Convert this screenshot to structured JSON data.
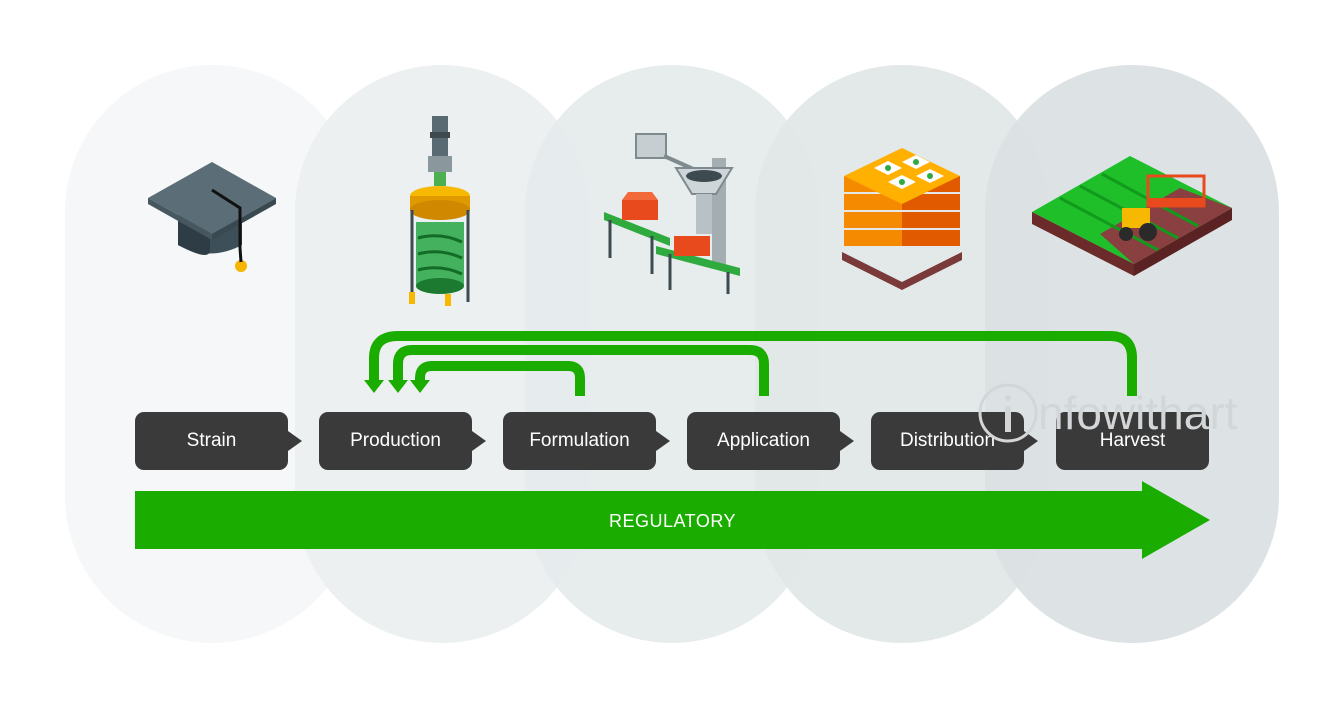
{
  "steps": [
    {
      "label": "Strain"
    },
    {
      "label": "Production"
    },
    {
      "label": "Formulation"
    },
    {
      "label": "Application"
    },
    {
      "label": "Distribution"
    },
    {
      "label": "Harvest"
    }
  ],
  "regulatory": {
    "label": "REGULATORY"
  },
  "watermark": {
    "text": "nfowithart"
  },
  "colors": {
    "accent": "#1aad00",
    "step_box": "#3a3a3a",
    "pill_1": "#f6f7f8",
    "pill_2": "#eceff0",
    "pill_3": "#e6ebec",
    "pill_4": "#e1e7e8",
    "pill_5": "#dbe2e4"
  },
  "icons": {
    "strain": "graduation-cap-icon",
    "production": "bioreactor-icon",
    "formulation": "conveyor-machine-icon",
    "distribution": "pallet-of-bags-icon",
    "harvest": "tractor-field-icon"
  }
}
